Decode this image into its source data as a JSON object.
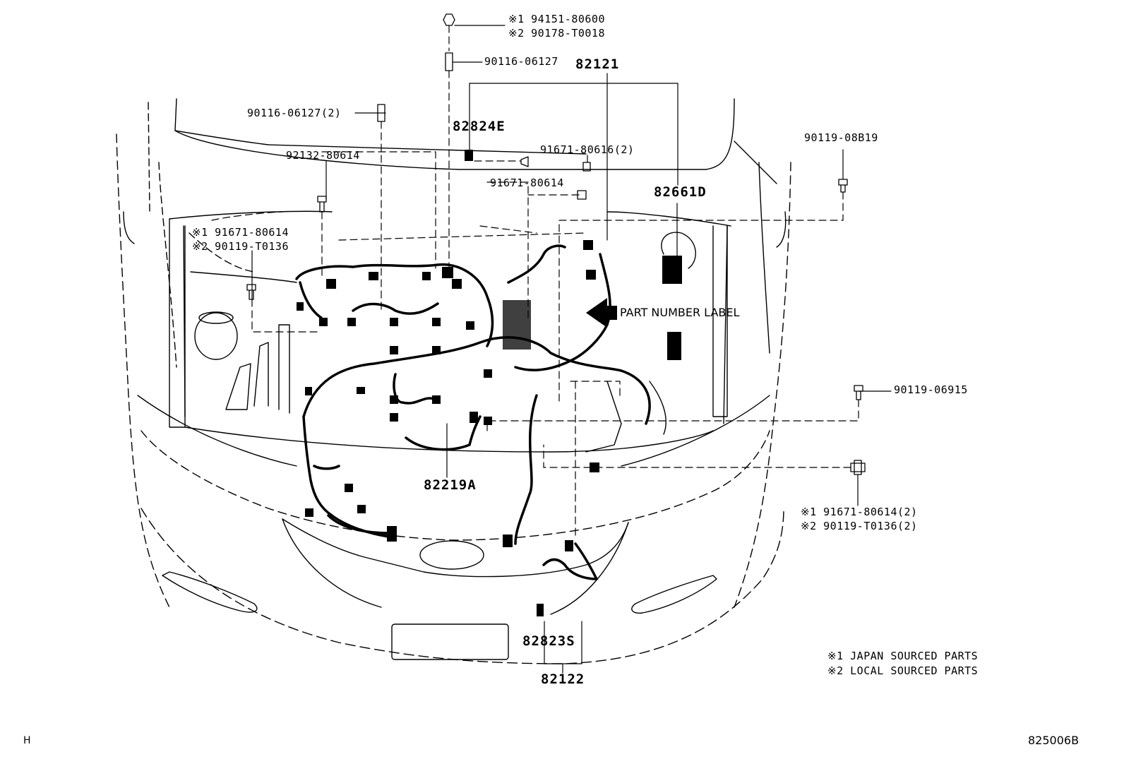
{
  "callouts": {
    "top_bolt_1": "※1 94151-80600",
    "top_bolt_2": "※2 90178-T0018",
    "stud_top": "90116-06127",
    "assy_main": "82121",
    "stud_left": "90116-06127(2)",
    "bracket": "82824E",
    "bolt_pair": "91671-80616(2)",
    "clip_left": "92132-80614",
    "bolt_mid": "91671-80614",
    "relay_block": "82661D",
    "bolt_right_top": "90119-08B19",
    "left_bolt_1": "※1 91671-80614",
    "left_bolt_2": "※2 90119-T0136",
    "label_pointer": "PART NUMBER LABEL",
    "bolt_right_mid": "90119-06915",
    "sub_harness": "82219A",
    "right_bolt_1": "※1 91671-80614(2)",
    "right_bolt_2": "※2 90119-T0136(2)",
    "sensor": "82823S",
    "assy_front": "82122"
  },
  "legend": {
    "note_1": "※1 JAPAN SOURCED PARTS",
    "note_2": "※2 LOCAL SOURCED PARTS"
  },
  "footer": {
    "left_code": "H",
    "diagram_code": "825006B"
  }
}
